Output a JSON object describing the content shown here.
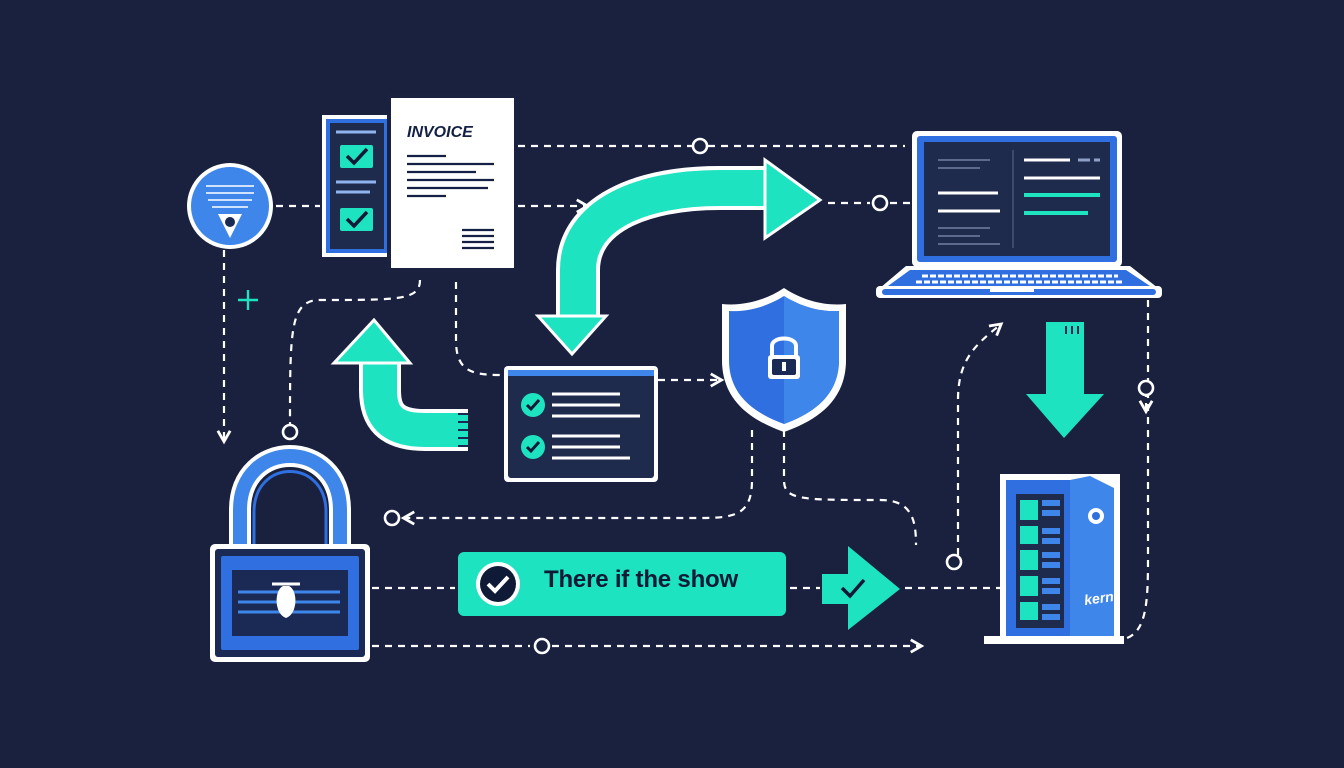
{
  "colors": {
    "background": "#19213f",
    "accent_teal": "#1ee3c0",
    "primary_blue": "#2f6fe0",
    "light_blue": "#3f86ea",
    "outline_white": "#ffffff",
    "dark_panel": "#1f2b4d"
  },
  "invoice": {
    "title": "INVOICE"
  },
  "status_badge": {
    "label": "There if the show"
  },
  "server": {
    "label": "kern"
  },
  "icons": [
    "profile-badge-icon",
    "checklist-card-icon",
    "invoice-document-icon",
    "laptop-icon",
    "shield-lock-icon",
    "padlock-icon",
    "server-rack-icon",
    "teal-curved-arrow-icon",
    "teal-down-arrow-icon",
    "teal-right-arrow-icon",
    "checkmark-icon",
    "plus-icon"
  ]
}
